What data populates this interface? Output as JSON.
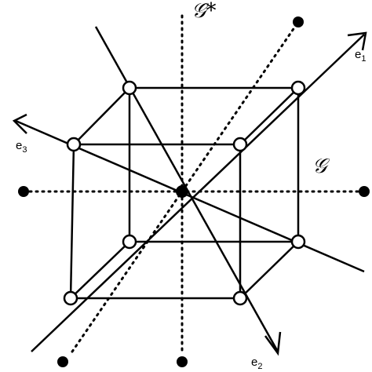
{
  "diagram": {
    "labels": {
      "g_star": "𝒢*",
      "g": "𝒢",
      "e1": "e",
      "e1_sub": "1",
      "e2": "e",
      "e2_sub": "2",
      "e3": "e",
      "e3_sub": "3"
    },
    "colors": {
      "ink": "#000000",
      "background": "#ffffff"
    }
  }
}
